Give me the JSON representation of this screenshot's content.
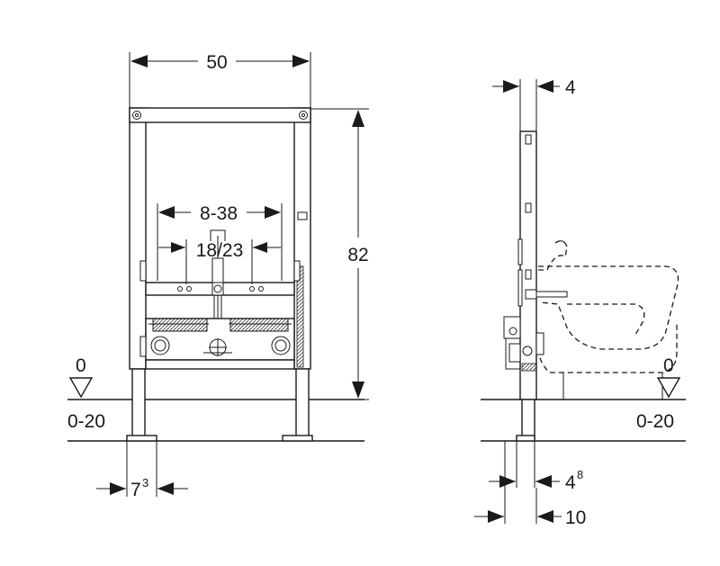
{
  "dimensions": {
    "frame_width": "50",
    "frame_height": "82",
    "connection_spacing": "8-38",
    "drain_spacing": "18/23",
    "foot_width": "7",
    "foot_width_sup": "3",
    "side_depth_top": "4",
    "side_depth_foot": "4",
    "side_depth_foot_sup": "8",
    "side_depth_total": "10"
  },
  "floor_levels": {
    "front_zero": "0",
    "front_range": "0-20",
    "side_zero": "0",
    "side_range": "0-20"
  }
}
